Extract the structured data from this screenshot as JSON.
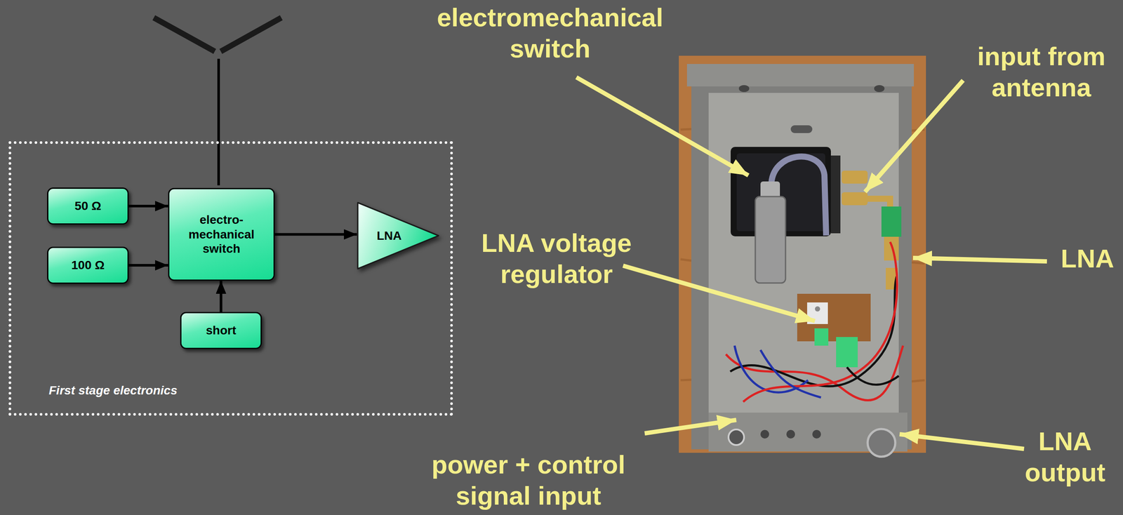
{
  "diagram": {
    "nodes": [
      {
        "text": [
          "First stage electronics"
        ]
      },
      {
        "text": [
          "50 Ω"
        ],
        "in": 0
      },
      {
        "text": [
          "100 Ω"
        ],
        "in": 0
      },
      {
        "text": [
          "electro- mechanical switch"
        ],
        "in": 0
      },
      {
        "text": [
          "short"
        ],
        "in": 0
      },
      {
        "text": [
          "LNA"
        ],
        "in": 0
      }
    ],
    "edges": [
      {
        "from": 1,
        "to": 3,
        "arrow": "to"
      },
      {
        "from": 2,
        "to": 3,
        "arrow": "to"
      },
      {
        "from": 4,
        "to": 3,
        "arrow": "to"
      },
      {
        "from": 3,
        "to": 5,
        "arrow": "to"
      }
    ],
    "labels": [
      "electromechanical switch",
      "input from antenna",
      "LNA voltage regulator",
      "LNA",
      "power + control signal input",
      "LNA output"
    ]
  }
}
